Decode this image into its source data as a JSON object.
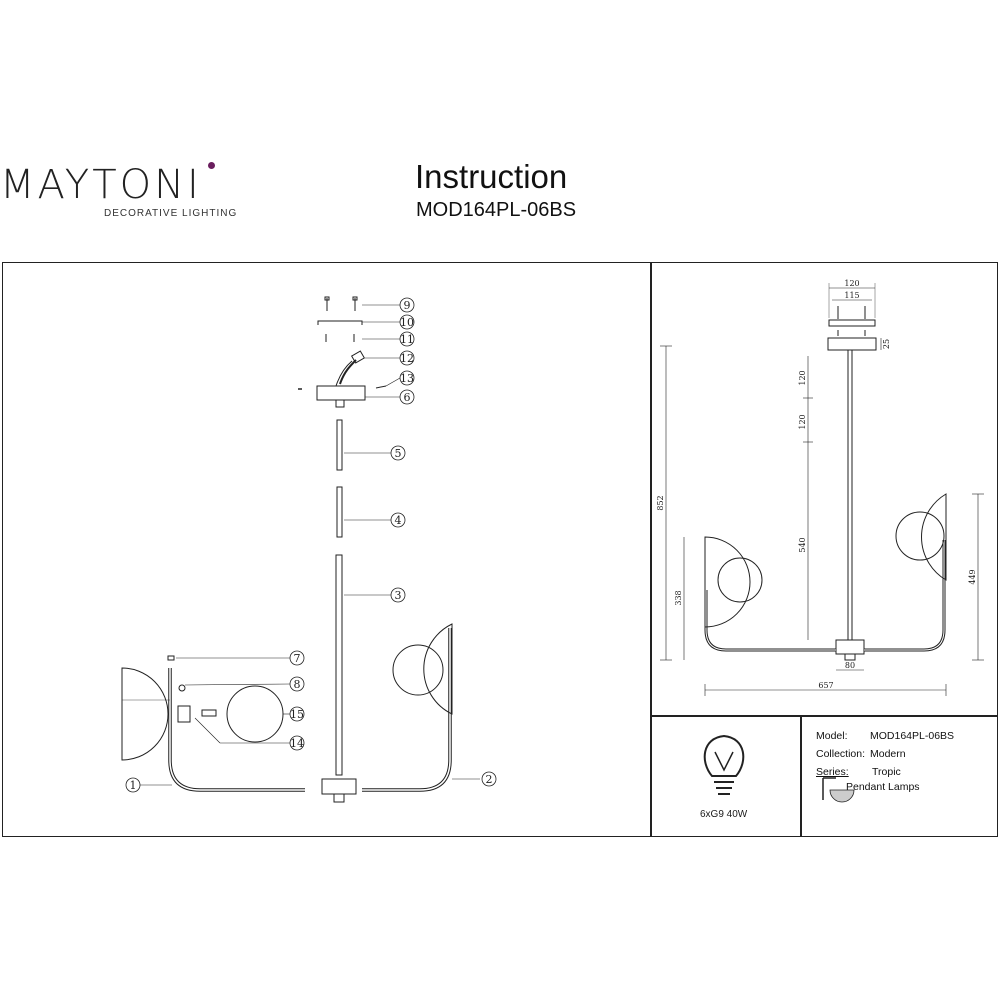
{
  "brand": {
    "name": "MAYTONI",
    "tagline": "DECORATIVE LIGHTING",
    "accent": "#6a1e5e"
  },
  "header": {
    "title": "Instruction",
    "model": "MOD164PL-06BS"
  },
  "parts": [
    "1",
    "2",
    "3",
    "4",
    "5",
    "6",
    "7",
    "8",
    "9",
    "10",
    "11",
    "12",
    "13",
    "14",
    "15"
  ],
  "dimensions": {
    "top_width": "120",
    "inner_width": "115",
    "canopy_height": "25",
    "rod_seg_1": "120",
    "rod_seg_2": "120",
    "total_height": "852",
    "rod_length": "540",
    "arm_height": "338",
    "shade_height": "449",
    "hub_width": "80",
    "total_width": "657"
  },
  "bulb": {
    "label": "6xG9 40W"
  },
  "info": {
    "model_label": "Model:",
    "model_value": "MOD164PL-06BS",
    "collection_label": "Collection:",
    "collection_value": "Modern",
    "series_label": "Series:",
    "series_value": "Tropic",
    "type_value": "Pendant Lamps"
  }
}
